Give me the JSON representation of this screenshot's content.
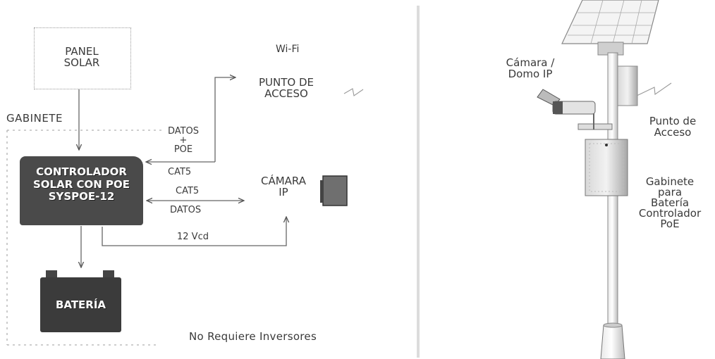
{
  "left": {
    "panel_solar": "PANEL\nSOLAR",
    "gabinete": "GABINETE",
    "wifi": "Wi-Fi",
    "punto_acceso": "PUNTO DE\nACCESO",
    "datos_poe": "DATOS\n+\nPOE",
    "cat5_top": "CAT5",
    "cat5_mid": "CAT5",
    "datos_mid": "DATOS",
    "vcd": "12 Vcd",
    "controlador": "CONTROLADOR\nSOLAR CON POE\nSYSPOE-12",
    "camara_ip": "CÁMARA\nIP",
    "bateria": "BATERÍA",
    "no_inversores": "No Requiere Inversores"
  },
  "right": {
    "camara_domo": "Cámara /\nDomo IP",
    "punto_acceso": "Punto de\nAcceso",
    "gabinete": "Gabinete\npara\nBatería\nControlador\nPoE"
  }
}
